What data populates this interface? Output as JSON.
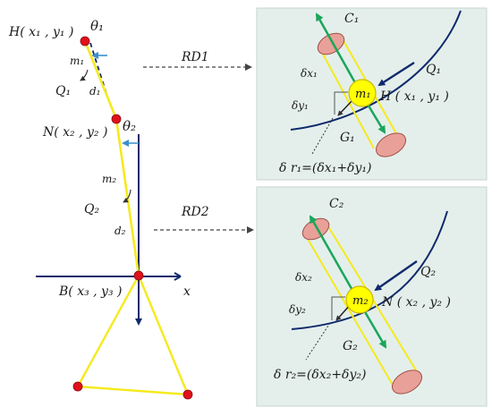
{
  "diagram": {
    "left": {
      "point_h": "H( x₁ , y₁ )",
      "theta1": "θ₁",
      "m1": "m₁",
      "q1": "Q₁",
      "d1": "d₁",
      "point_n": "N( x₂ , y₂ )",
      "theta2": "θ₂",
      "m2": "m₂",
      "q2": "Q₂",
      "d2": "d₂",
      "point_b": "B( x₃ , y₃ )",
      "x_axis": "x"
    },
    "arrows": {
      "rd1": "RD1",
      "rd2": "RD2"
    },
    "panel1": {
      "c": "C₁",
      "q": "Q₁",
      "dx": "δx₁",
      "dy": "δy₁",
      "mass": "m₁",
      "point": "H ( x₁ , y₁ )",
      "g": "G₁",
      "dr": "δ r₁=(δx₁+δy₁)"
    },
    "panel2": {
      "c": "C₂",
      "q": "Q₂",
      "dx": "δx₂",
      "dy": "δy₂",
      "mass": "m₂",
      "point": "N ( x₂ , y₂ )",
      "g": "G₂",
      "dr": "δ r₂=(δx₂+δy₂)"
    },
    "colors": {
      "panel_bg": "#e4efec",
      "rod": "#f5ea1e",
      "mass_fill": "#ffff00",
      "joint": "#e0111b",
      "green": "#1aa65a",
      "navy": "#102a6b",
      "endcap": "#e8a098"
    }
  }
}
